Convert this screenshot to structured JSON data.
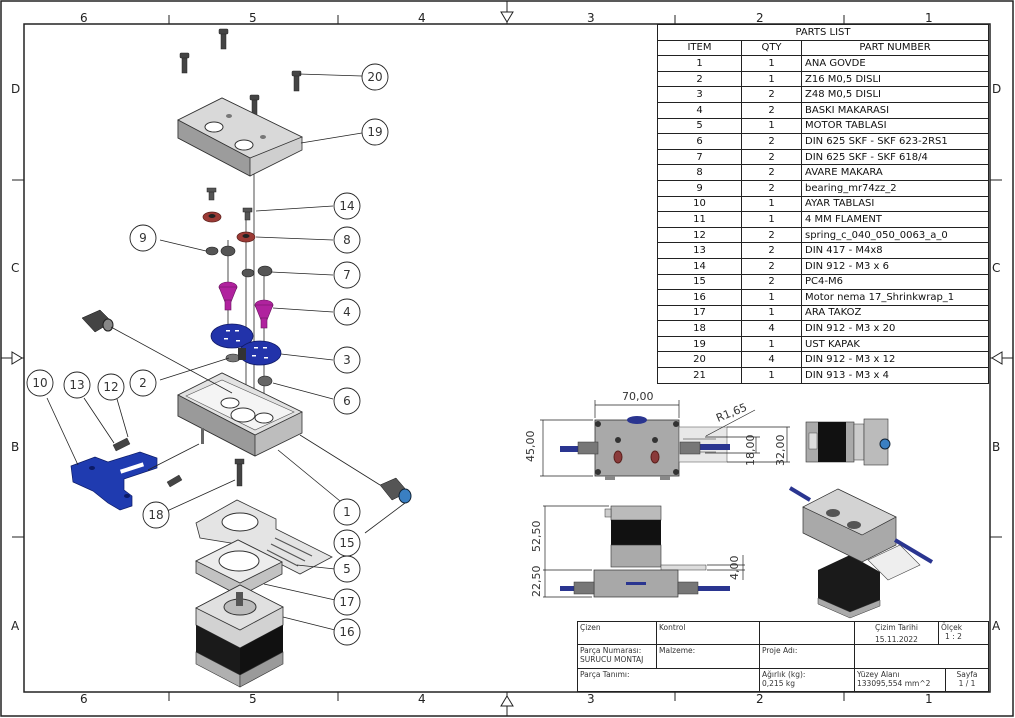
{
  "drawing": {
    "zones_horizontal_top": [
      "6",
      "5",
      "4",
      "3",
      "2",
      "1"
    ],
    "zones_horizontal_bottom": [
      "6",
      "5",
      "4",
      "3",
      "2",
      "1"
    ],
    "zones_vertical_left": [
      "D",
      "C",
      "B",
      "A"
    ],
    "zones_vertical_right": [
      "D",
      "C",
      "B",
      "A"
    ]
  },
  "parts_list": {
    "title": "PARTS LIST",
    "headers": [
      "ITEM",
      "QTY",
      "PART NUMBER"
    ],
    "rows": [
      {
        "item": "1",
        "qty": "1",
        "part": "ANA GOVDE"
      },
      {
        "item": "2",
        "qty": "1",
        "part": "Z16 M0,5 DISLI"
      },
      {
        "item": "3",
        "qty": "2",
        "part": "Z48 M0,5 DISLI"
      },
      {
        "item": "4",
        "qty": "2",
        "part": "BASKI MAKARASI"
      },
      {
        "item": "5",
        "qty": "1",
        "part": "MOTOR TABLASI"
      },
      {
        "item": "6",
        "qty": "2",
        "part": "DIN 625 SKF - SKF 623-2RS1"
      },
      {
        "item": "7",
        "qty": "2",
        "part": "DIN 625 SKF - SKF 618/4"
      },
      {
        "item": "8",
        "qty": "2",
        "part": "AVARE MAKARA"
      },
      {
        "item": "9",
        "qty": "2",
        "part": "bearing_mr74zz_2"
      },
      {
        "item": "10",
        "qty": "1",
        "part": "AYAR TABLASI"
      },
      {
        "item": "11",
        "qty": "1",
        "part": "4 MM FLAMENT"
      },
      {
        "item": "12",
        "qty": "2",
        "part": "spring_c_040_050_0063_a_0"
      },
      {
        "item": "13",
        "qty": "2",
        "part": "DIN 417 - M4x8"
      },
      {
        "item": "14",
        "qty": "2",
        "part": "DIN 912 - M3 x 6"
      },
      {
        "item": "15",
        "qty": "2",
        "part": "PC4-M6"
      },
      {
        "item": "16",
        "qty": "1",
        "part": "Motor nema 17_Shrinkwrap_1"
      },
      {
        "item": "17",
        "qty": "1",
        "part": "ARA TAKOZ"
      },
      {
        "item": "18",
        "qty": "4",
        "part": "DIN 912 - M3 x 20"
      },
      {
        "item": "19",
        "qty": "1",
        "part": "UST KAPAK"
      },
      {
        "item": "20",
        "qty": "4",
        "part": "DIN 912 - M3 x 12"
      },
      {
        "item": "21",
        "qty": "1",
        "part": "DIN 913 - M3 x 4"
      }
    ]
  },
  "balloons": [
    "20",
    "19",
    "14",
    "8",
    "9",
    "7",
    "4",
    "3",
    "2",
    "6",
    "10",
    "13",
    "12",
    "18",
    "1",
    "15",
    "5",
    "17",
    "16"
  ],
  "dimensions": {
    "top_view_width": "70,00",
    "top_view_height": "45,00",
    "radius": "R1,65",
    "slot_inner": "18,00",
    "slot_outer": "32,00",
    "front_motor_height": "52,50",
    "front_base_height": "22,50",
    "plate_thickness": "4,00"
  },
  "title_block": {
    "cizen_label": "Çizen",
    "kontrol_label": "Kontrol",
    "cizim_tarihi_label": "Çizim Tarihi",
    "cizim_tarihi_value": "15.11.2022",
    "olcek_label": "Ölçek",
    "olcek_value": "1 : 2",
    "parca_numarasi_label": "Parça Numarası:",
    "parca_numarasi_value": "SURUCU MONTAJ",
    "malzeme_label": "Malzeme:",
    "proje_adi_label": "Proje Adı:",
    "parca_tanimi_label": "Parça Tanımı:",
    "agirlik_label": "Ağırlık (kg):",
    "agirlik_value": "0,215 kg",
    "yuzey_alani_label": "Yüzey Alanı",
    "yuzey_alani_value": "133095,554 mm^2",
    "sayfa_label": "Sayfa",
    "sayfa_value": "1 / 1"
  },
  "colors": {
    "frame": "#222222",
    "part_gray": "#b9b9b9",
    "part_dark": "#6e6e6e",
    "gear_blue": "#2233aa",
    "bracket_blue": "#1f3bb0",
    "roller_magenta": "#b0229e",
    "idler_red": "#9b3a35",
    "motor_black": "#141414",
    "filament_blue": "#2a3590"
  }
}
